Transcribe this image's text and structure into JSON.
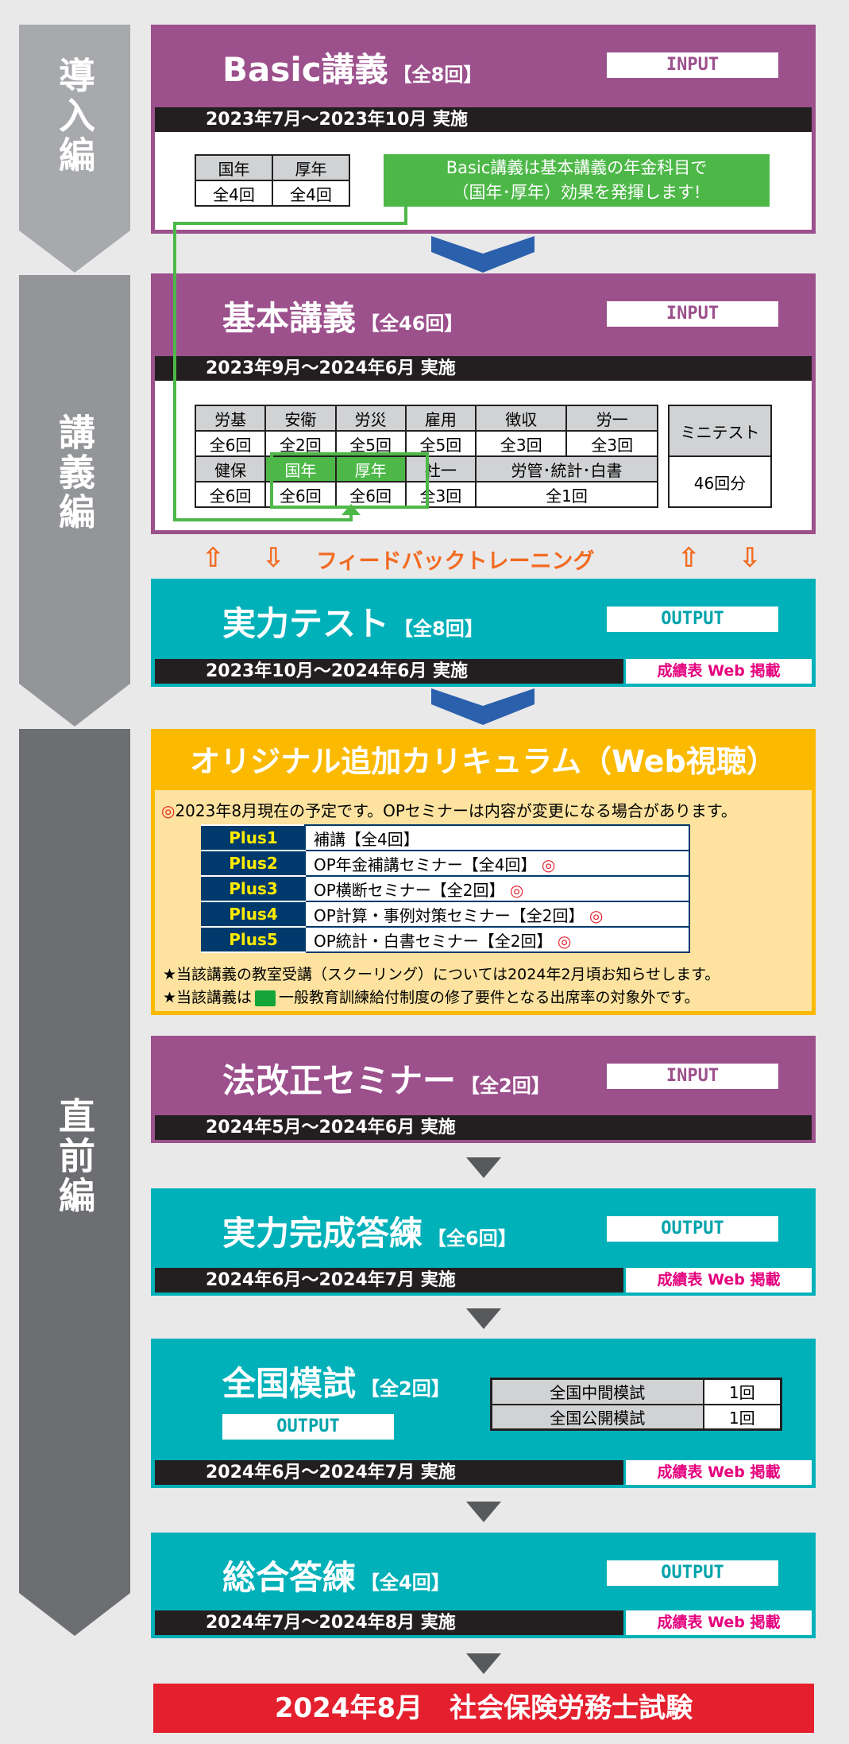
{
  "phases": [
    "導入編",
    "講義編",
    "直前編"
  ],
  "basic": {
    "title": "Basic講義",
    "count": "【全8回】",
    "tag": "INPUT",
    "dates": "2023年7月～2023年10月 実施",
    "table": {
      "headers": [
        "国年",
        "厚年"
      ],
      "values": [
        "全4回",
        "全4回"
      ]
    },
    "note": [
      "Basic講義は基本講義の年金科目で",
      "（国年･厚年）効果を発揮します!"
    ]
  },
  "kihon": {
    "title": "基本講義",
    "count": "【全46回】",
    "tag": "INPUT",
    "dates": "2023年9月～2024年6月 実施",
    "row1": {
      "headers": [
        "労基",
        "安衛",
        "労災",
        "雇用",
        "徴収",
        "労一"
      ],
      "values": [
        "全6回",
        "全2回",
        "全5回",
        "全5回",
        "全3回",
        "全3回"
      ]
    },
    "row2": {
      "headers": [
        "健保",
        "国年",
        "厚年",
        "社一",
        "労管･統計･白書"
      ],
      "values": [
        "全6回",
        "全6回",
        "全6回",
        "全3回",
        "全1回"
      ]
    },
    "minitest": {
      "label": "ミニテスト",
      "value": "46回分"
    }
  },
  "feedback": {
    "label": "フィードバックトレーニング",
    "up": "⇧",
    "down": "⇩"
  },
  "jitsuryoku": {
    "title": "実力テスト",
    "count": "【全8回】",
    "tag": "OUTPUT",
    "dates": "2023年10月～2024年6月 実施",
    "web": "成績表 Web 掲載"
  },
  "original": {
    "title": "オリジナル追加カリキュラム（Web視聴）",
    "mark": "◎",
    "note": "2023年8月現在の予定です。OPセミナーは内容が変更になる場合があります。",
    "plus": [
      {
        "label": "Plus1",
        "text": "補講【全4回】",
        "mark": ""
      },
      {
        "label": "Plus2",
        "text": "OP年金補講セミナー【全4回】",
        "mark": "◎"
      },
      {
        "label": "Plus3",
        "text": "OP横断セミナー【全2回】",
        "mark": "◎"
      },
      {
        "label": "Plus4",
        "text": "OP計算・事例対策セミナー【全2回】",
        "mark": "◎"
      },
      {
        "label": "Plus5",
        "text": "OP統計・白書セミナー【全2回】",
        "mark": "◎"
      }
    ],
    "star1": "★当該講義の教室受講（スクーリング）については2024年2月頃お知らせします。",
    "star2a": "★当該講義は",
    "star2b": "一般教育訓練給付制度の修了要件となる出席率の対象外です。"
  },
  "hokaisei": {
    "title": "法改正セミナー",
    "count": "【全2回】",
    "tag": "INPUT",
    "dates": "2024年5月～2024年6月 実施"
  },
  "kansei": {
    "title": "実力完成答練",
    "count": "【全6回】",
    "tag": "OUTPUT",
    "dates": "2024年6月～2024年7月 実施",
    "web": "成績表 Web 掲載"
  },
  "moshi": {
    "title": "全国模試",
    "count": "【全2回】",
    "tag": "OUTPUT",
    "dates": "2024年6月～2024年7月 実施",
    "web": "成績表 Web 掲載",
    "rows": [
      {
        "name": "全国中間模試",
        "count": "1回"
      },
      {
        "name": "全国公開模試",
        "count": "1回"
      }
    ]
  },
  "sogo": {
    "title": "総合答練",
    "count": "【全4回】",
    "tag": "OUTPUT",
    "dates": "2024年7月～2024年8月 実施",
    "web": "成績表 Web 掲載"
  },
  "exam": {
    "label": "2024年8月　社会保険労務士試験"
  },
  "colors": {
    "purple": "#9c508c",
    "teal": "#00b1b9",
    "orange": "#fbb900",
    "green": "#4db848",
    "red": "#e5202e",
    "navy": "#003a6c"
  }
}
